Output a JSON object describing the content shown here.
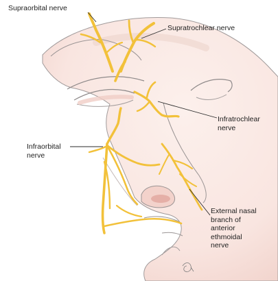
{
  "labels": {
    "supraorbital": "Supraorbital nerve",
    "supratrochlear": "Supratrochlear nerve",
    "infratrochlear": "Infratrochlear\nnerve",
    "infraorbital": "Infraorbital\nnerve",
    "external_nasal": "External nasal\nbranch of\nanterior\nethmoidal\nnerve"
  },
  "colors": {
    "nerve": "#f2c13a",
    "nerve_outline": "#c9961d",
    "skin": "#f9e6e1",
    "skin_shadow": "#f0cfc8",
    "contour": "#8f8a8a",
    "leader_line": "#2a2a2a"
  },
  "icons": {
    "signature": "artist-signature-icon"
  }
}
